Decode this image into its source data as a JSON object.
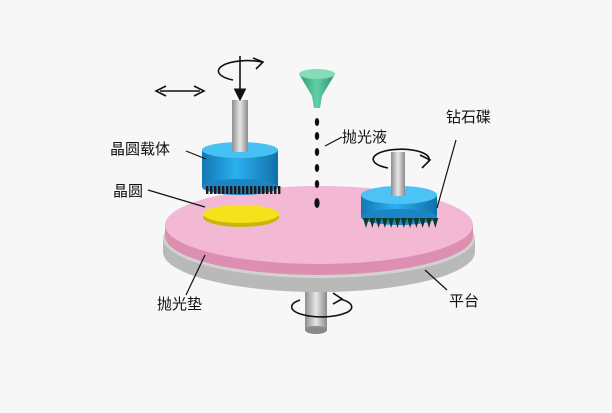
{
  "labels": {
    "wafer_carrier": "晶圆载体",
    "wafer": "晶圆",
    "polishing_slurry": "抛光液",
    "diamond_disc": "钻石碟",
    "polishing_pad": "抛光垫",
    "platen": "平台"
  },
  "colors": {
    "background": "#f7f7f7",
    "pad_pink": "#f2b8d4",
    "platen_gray": "#c9c9c9",
    "carrier_blue": "#1f9fe0",
    "wafer_yellow": "#f6e21a",
    "slurry_green": "#46b68c"
  }
}
